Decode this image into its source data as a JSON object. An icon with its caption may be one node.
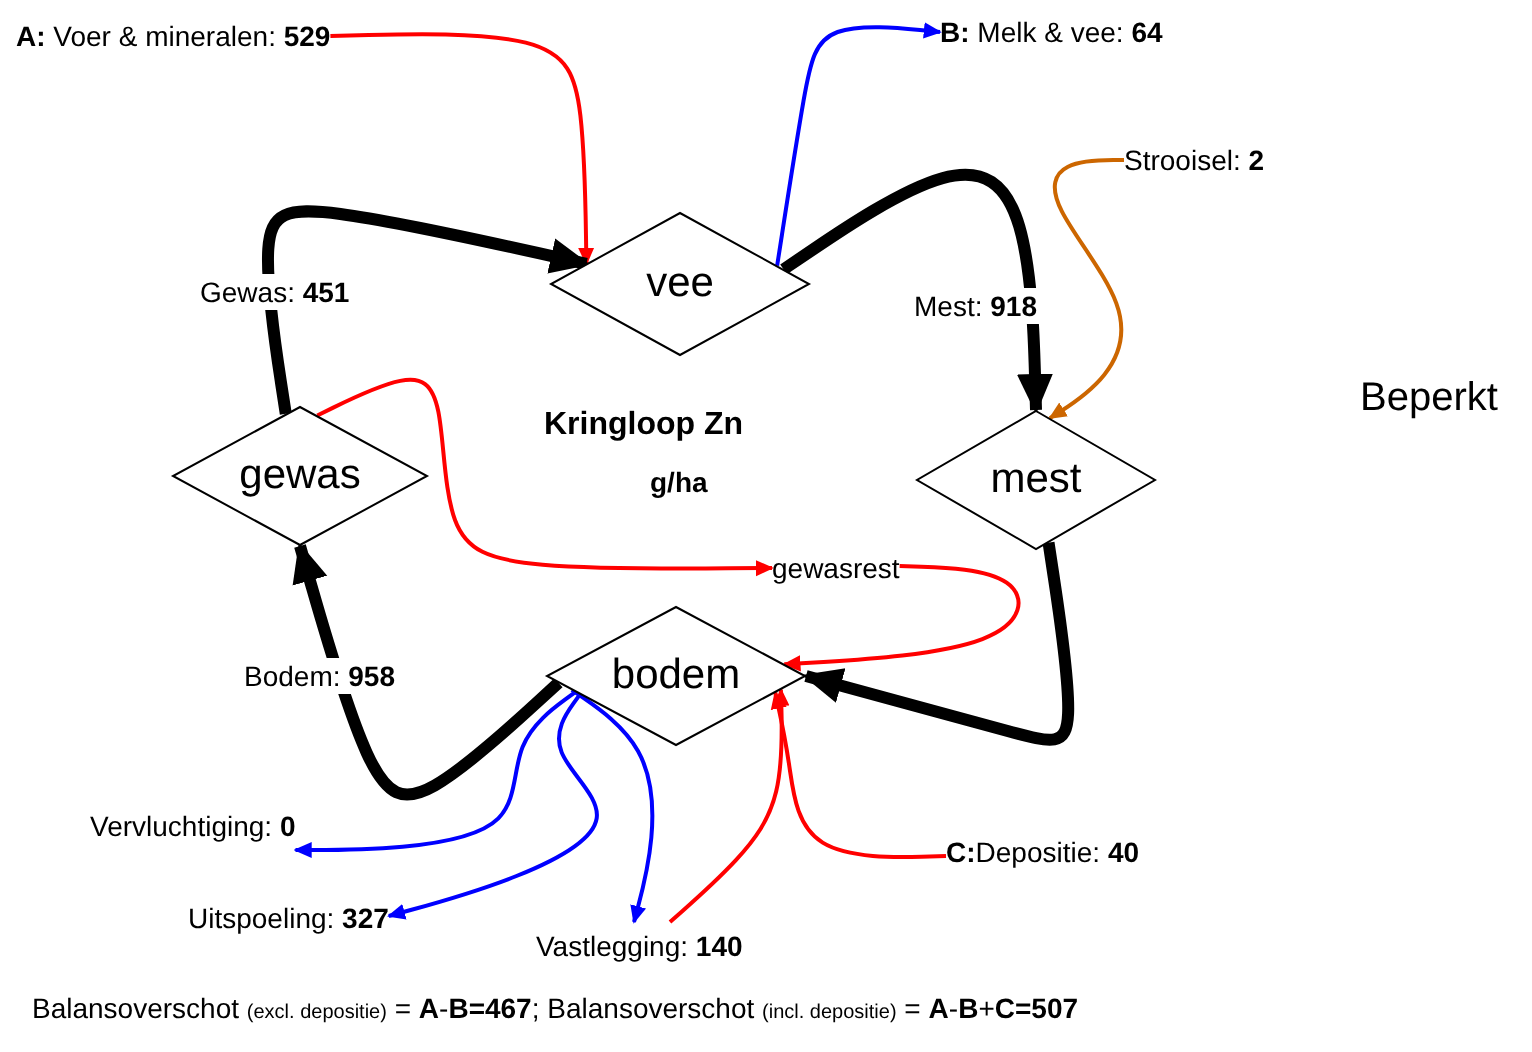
{
  "diagram": {
    "title": "Kringloop Zn",
    "caption": "Balansoverschot $_{(excl. depositie)}$ = **A**-**B=467**; Balansoverschot $_{(incl. depositie)}$ = **A**-**B**+**C=507**",
    "nodes": [
      {
        "text": [
          "vee"
        ]
      },
      {
        "text": [
          "mest"
        ]
      },
      {
        "text": [
          "bodem"
        ]
      },
      {
        "text": [
          "gewas"
        ]
      },
      {
        "text": [
          "**A:** Voer & mineralen: **529**"
        ]
      },
      {
        "text": [
          "**B:** Melk & vee: **64**"
        ]
      },
      {
        "text": [
          "Strooisel: **2**"
        ]
      },
      {
        "text": [
          "gewasrest"
        ]
      },
      {
        "text": [
          "**C:**Depositie: **40**"
        ]
      },
      {
        "text": [
          "Vervluchtiging: **0**"
        ]
      },
      {
        "text": [
          "Uitspoeling: **327**"
        ]
      },
      {
        "text": [
          "Vastlegging: **140**"
        ]
      }
    ],
    "edges": [
      {
        "from": 4,
        "to": 0,
        "arrow": "to",
        "color": "#ff0000"
      },
      {
        "from": 0,
        "to": 5,
        "arrow": "to",
        "color": "#0000ff"
      },
      {
        "from": 6,
        "to": 1,
        "arrow": "to",
        "color": "#cc6600"
      },
      {
        "from": 3,
        "to": 7,
        "arrow": "to",
        "color": "#ff0000"
      },
      {
        "from": 7,
        "to": 2,
        "arrow": "to",
        "color": "#ff0000"
      },
      {
        "from": 8,
        "to": 2,
        "arrow": "to",
        "color": "#ff0000"
      },
      {
        "from": 11,
        "to": 2,
        "arrow": "to",
        "color": "#ff0000"
      },
      {
        "from": 2,
        "to": 9,
        "arrow": "to",
        "color": "#0000ff"
      },
      {
        "from": 2,
        "to": 10,
        "arrow": "to",
        "color": "#0000ff"
      },
      {
        "from": 2,
        "to": 11,
        "arrow": "to",
        "color": "#0000ff"
      },
      {
        "from": 3,
        "to": 0,
        "arrow": "to",
        "label": "Gewas: **451**",
        "style": "thick",
        "color": "#000000"
      },
      {
        "from": 0,
        "to": 1,
        "arrow": "to",
        "label": "Mest: **918**",
        "style": "thick",
        "color": "#000000"
      },
      {
        "from": 1,
        "to": 2,
        "arrow": "to",
        "style": "thick",
        "color": "#000000"
      },
      {
        "from": 2,
        "to": 3,
        "arrow": "to",
        "label": "Bodem: **958**",
        "style": "thick",
        "color": "#000000"
      }
    ],
    "labels": [
      "g/ha",
      "Beperkt"
    ]
  }
}
